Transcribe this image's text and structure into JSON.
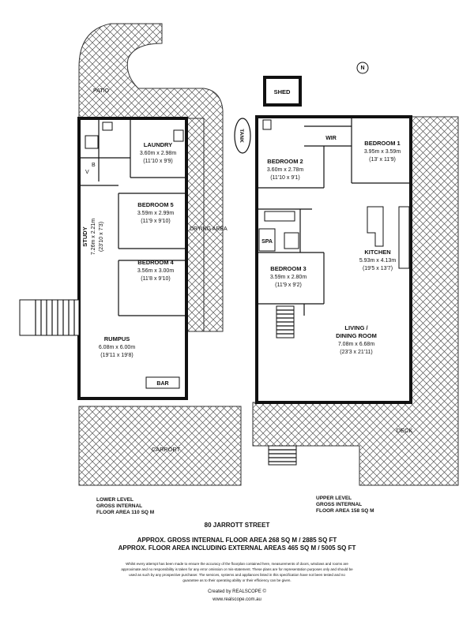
{
  "north_label": "N",
  "lower": {
    "patio": "PATIO",
    "laundry": {
      "name": "LAUNDRY",
      "size": "3.60m x 2.98m",
      "imperial": "(11'10 x 9'9)"
    },
    "bedroom5": {
      "name": "BEDROOM 5",
      "size": "3.59m x 2.99m",
      "imperial": "(11'9 x 9'10)"
    },
    "bedroom4": {
      "name": "BEDROOM 4",
      "size": "3.56m x 3.00m",
      "imperial": "(11'8 x 9'10)"
    },
    "study": {
      "name": "STUDY",
      "size": "7.26m x 2.21m",
      "imperial": "(23'10 x 7'3)"
    },
    "drying": "DRYING AREA",
    "rumpus": {
      "name": "RUMPUS",
      "size": "6.08m x 6.00m",
      "imperial": "(19'11 x 19'8)"
    },
    "bar": "BAR",
    "carport": "CARPORT",
    "symbol_v": "V",
    "symbol_b": "B",
    "area_lines": [
      "LOWER LEVEL",
      "GROSS INTERNAL",
      "FLOOR AREA 110 SQ M"
    ]
  },
  "upper": {
    "shed": "SHED",
    "tank": "TANK",
    "wir": "WIR",
    "bedroom1": {
      "name": "BEDROOM 1",
      "size": "3.95m x 3.59m",
      "imperial": "(13' x 11'9)"
    },
    "bedroom2": {
      "name": "BEDROOM 2",
      "size": "3.60m x 2.78m",
      "imperial": "(11'10 x 9'1)"
    },
    "spa": "SPA",
    "kitchen": {
      "name": "KITCHEN",
      "size": "5.93m x 4.13m",
      "imperial": "(19'5 x 13'7)"
    },
    "bedroom3": {
      "name": "BEDROOM 3",
      "size": "3.59m x 2.80m",
      "imperial": "(11'9 x 9'2)"
    },
    "living": {
      "name_line1": "LIVING /",
      "name_line2": "DINING ROOM",
      "size": "7.08m x 6.68m",
      "imperial": "(23'3 x 21'11)"
    },
    "deck": "DECK",
    "area_lines": [
      "UPPER LEVEL",
      "GROSS INTERNAL",
      "FLOOR AREA 158 SQ M"
    ]
  },
  "footer": {
    "address": "80 JARROTT STREET",
    "area1": "APPROX. GROSS INTERNAL FLOOR AREA 268 SQ M / 2885 SQ FT",
    "area2": "APPROX. FLOOR AREA INCLUDING EXTERNAL AREAS 465 SQ M / 5005 SQ FT",
    "disclaimer": [
      "Whilst every attempt has been made to ensure the accuracy of the floorplan contained here, measurements of doors, windows and rooms are",
      "approximate and no responsibility is taken for any error omission or mis-statement. These plans are for representation purposes only and should be",
      "used as such by any prospective purchaser. The services, systems and appliances listed in this specification have not been tested and no",
      "guarantee as to their operating ability or their efficiency can be given."
    ],
    "credit": "Created by REALSCOPE ©",
    "url": "www.realscope.com.au"
  }
}
